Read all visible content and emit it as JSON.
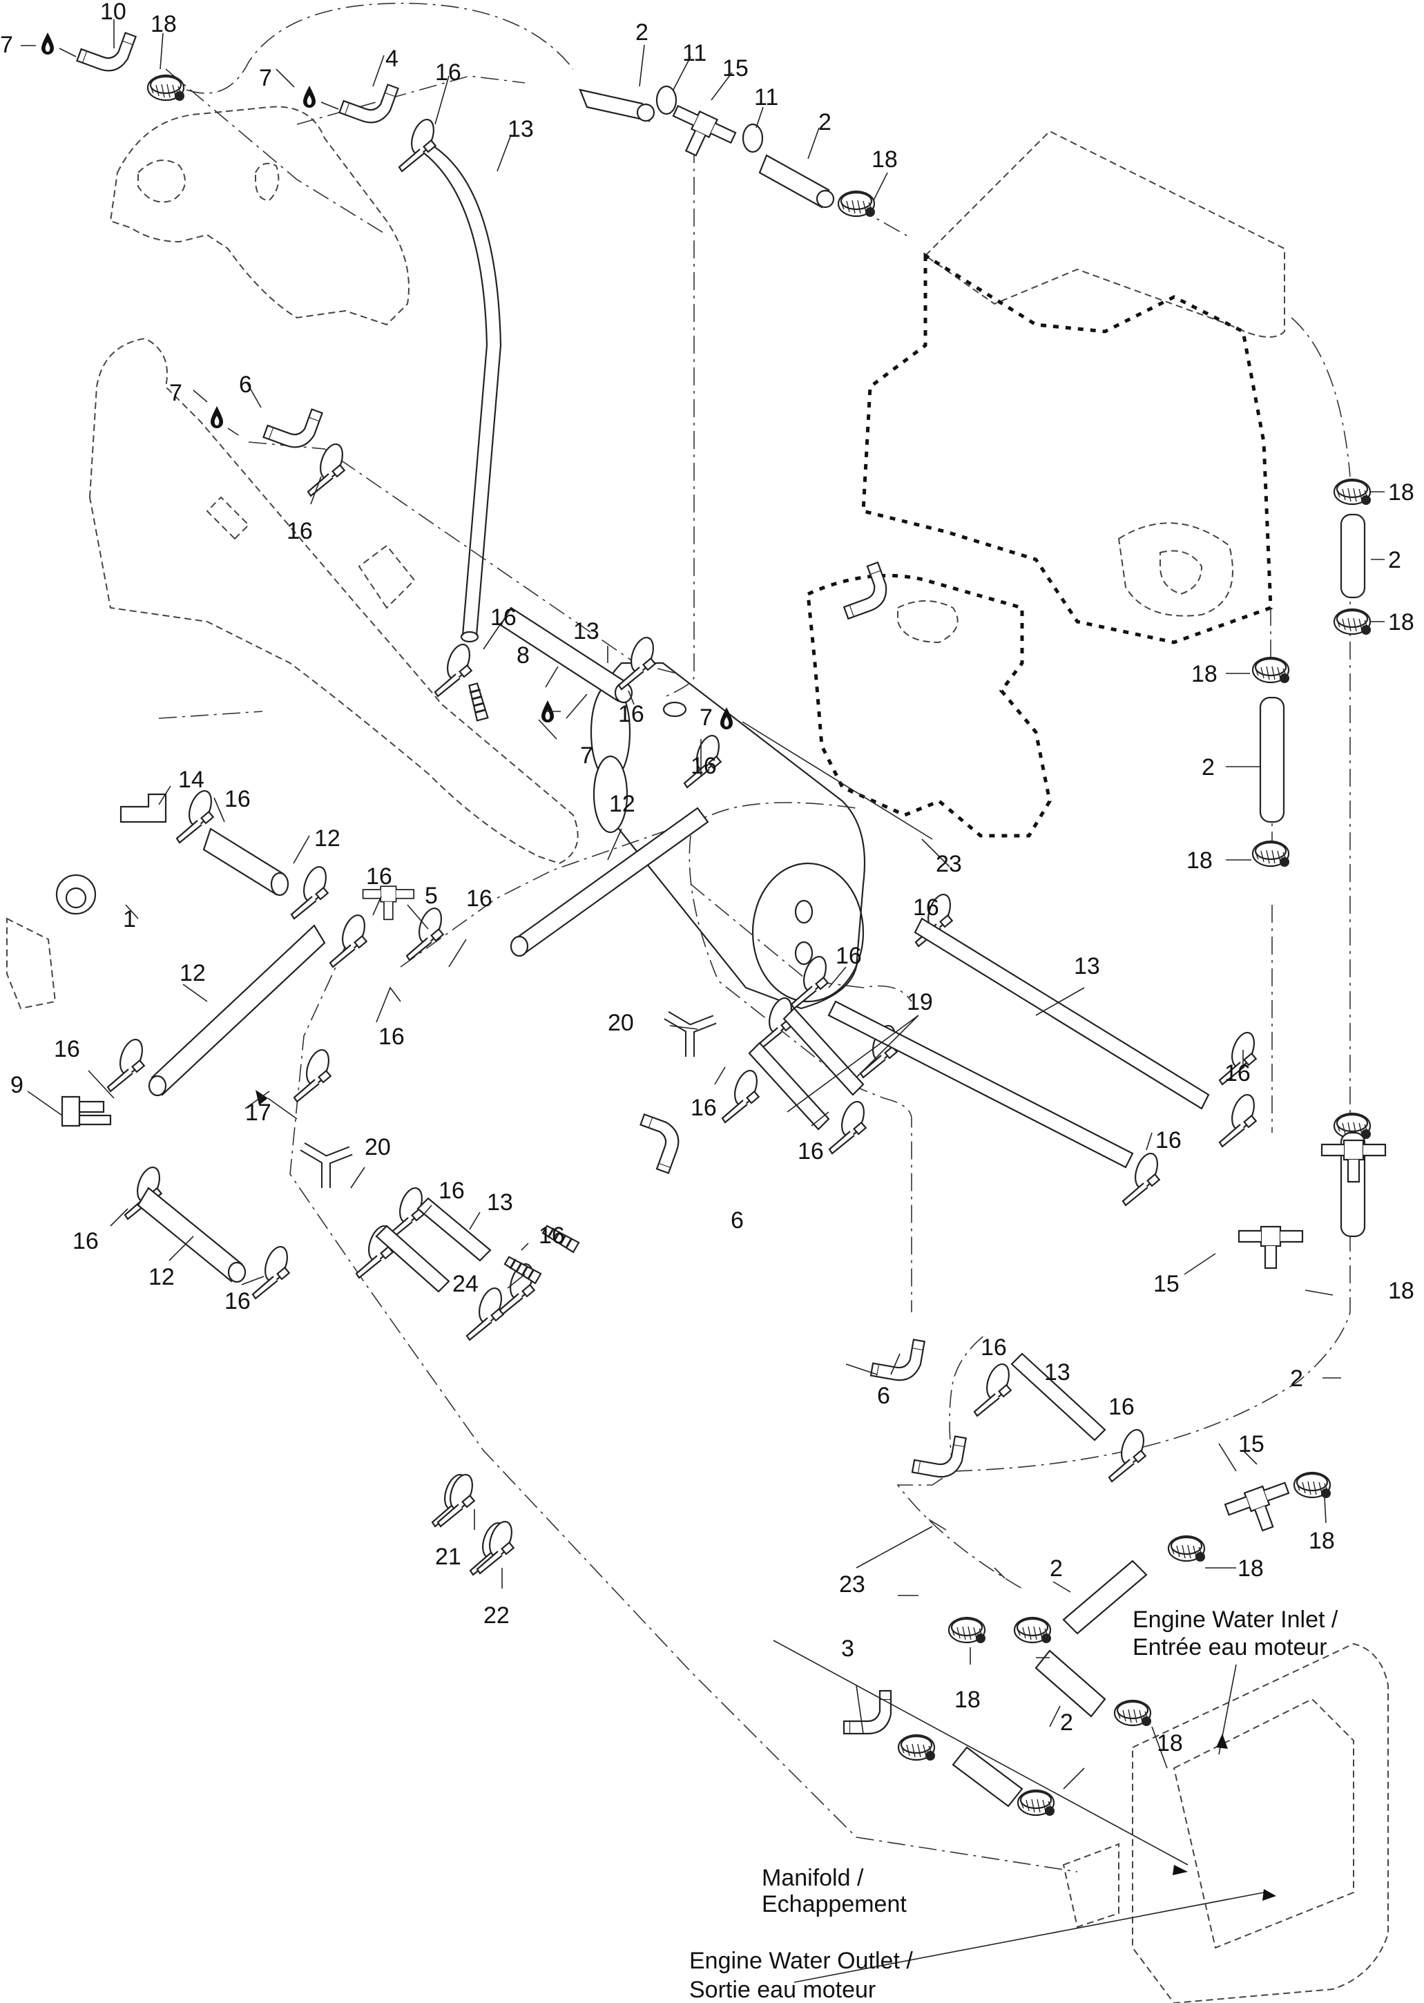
{
  "diagram": {
    "title": "Cooling system exploded view",
    "colors": {
      "line": "#222222",
      "background": "#ffffff"
    },
    "callouts": [
      {
        "id": "c10",
        "text": "10"
      },
      {
        "id": "c18a",
        "text": "18"
      },
      {
        "id": "c7a",
        "text": "7"
      },
      {
        "id": "c7b",
        "text": "7"
      },
      {
        "id": "c4",
        "text": "4"
      },
      {
        "id": "c16a",
        "text": "16"
      },
      {
        "id": "c13a",
        "text": "13"
      },
      {
        "id": "c2a",
        "text": "2"
      },
      {
        "id": "c11a",
        "text": "11"
      },
      {
        "id": "c15a",
        "text": "15"
      },
      {
        "id": "c11b",
        "text": "11"
      },
      {
        "id": "c2b",
        "text": "2"
      },
      {
        "id": "c18b",
        "text": "18"
      },
      {
        "id": "c7c",
        "text": "7"
      },
      {
        "id": "c6a",
        "text": "6"
      },
      {
        "id": "c16b",
        "text": "16"
      },
      {
        "id": "c16c",
        "text": "16"
      },
      {
        "id": "c8",
        "text": "8"
      },
      {
        "id": "c13b",
        "text": "13"
      },
      {
        "id": "c16d",
        "text": "16"
      },
      {
        "id": "c7d",
        "text": "7"
      },
      {
        "id": "c7e",
        "text": "7"
      },
      {
        "id": "c18c",
        "text": "18"
      },
      {
        "id": "c2c",
        "text": "2"
      },
      {
        "id": "c18d",
        "text": "18"
      },
      {
        "id": "c18e",
        "text": "18"
      },
      {
        "id": "c2d",
        "text": "2"
      },
      {
        "id": "c18f",
        "text": "18"
      },
      {
        "id": "c23a",
        "text": "23"
      },
      {
        "id": "c16e",
        "text": "16"
      },
      {
        "id": "c12a",
        "text": "12"
      },
      {
        "id": "c14",
        "text": "14"
      },
      {
        "id": "c16f",
        "text": "16"
      },
      {
        "id": "c12b",
        "text": "12"
      },
      {
        "id": "c1",
        "text": "1"
      },
      {
        "id": "c16g",
        "text": "16"
      },
      {
        "id": "c5",
        "text": "5"
      },
      {
        "id": "c16h",
        "text": "16"
      },
      {
        "id": "c16i",
        "text": "16"
      },
      {
        "id": "c12c",
        "text": "12"
      },
      {
        "id": "c16j",
        "text": "16"
      },
      {
        "id": "c9",
        "text": "9"
      },
      {
        "id": "c17",
        "text": "17"
      },
      {
        "id": "c16k",
        "text": "16"
      },
      {
        "id": "c13c",
        "text": "13"
      },
      {
        "id": "c16l",
        "text": "16"
      },
      {
        "id": "c20a",
        "text": "20"
      },
      {
        "id": "c19",
        "text": "19"
      },
      {
        "id": "c16m",
        "text": "16"
      },
      {
        "id": "c16n",
        "text": "16"
      },
      {
        "id": "c16o",
        "text": "16"
      },
      {
        "id": "c16p",
        "text": "16"
      },
      {
        "id": "c20b",
        "text": "20"
      },
      {
        "id": "c16q",
        "text": "16"
      },
      {
        "id": "c13d",
        "text": "13"
      },
      {
        "id": "c16r",
        "text": "16"
      },
      {
        "id": "c16s",
        "text": "16"
      },
      {
        "id": "c12d",
        "text": "12"
      },
      {
        "id": "c16t",
        "text": "16"
      },
      {
        "id": "c6b",
        "text": "6"
      },
      {
        "id": "c15b",
        "text": "15"
      },
      {
        "id": "c18g",
        "text": "18"
      },
      {
        "id": "c2e",
        "text": "2"
      },
      {
        "id": "c24",
        "text": "24"
      },
      {
        "id": "c16u",
        "text": "16"
      },
      {
        "id": "c13e",
        "text": "13"
      },
      {
        "id": "c16v",
        "text": "16"
      },
      {
        "id": "c6c",
        "text": "6"
      },
      {
        "id": "c15c",
        "text": "15"
      },
      {
        "id": "c18h",
        "text": "18"
      },
      {
        "id": "c21",
        "text": "21"
      },
      {
        "id": "c22",
        "text": "22"
      },
      {
        "id": "c23b",
        "text": "23"
      },
      {
        "id": "c2f",
        "text": "2"
      },
      {
        "id": "c18i",
        "text": "18"
      },
      {
        "id": "c3",
        "text": "3"
      },
      {
        "id": "c18j",
        "text": "18"
      },
      {
        "id": "c2g",
        "text": "2"
      },
      {
        "id": "c18k",
        "text": "18"
      }
    ],
    "notes": {
      "inlet_line1": "Engine Water Inlet /",
      "inlet_line2": "Entrée eau moteur",
      "manifold_line1": "Manifold /",
      "manifold_line2": "Echappement",
      "outlet_line1": "Engine Water Outlet /",
      "outlet_line2": "Sortie eau moteur"
    }
  }
}
